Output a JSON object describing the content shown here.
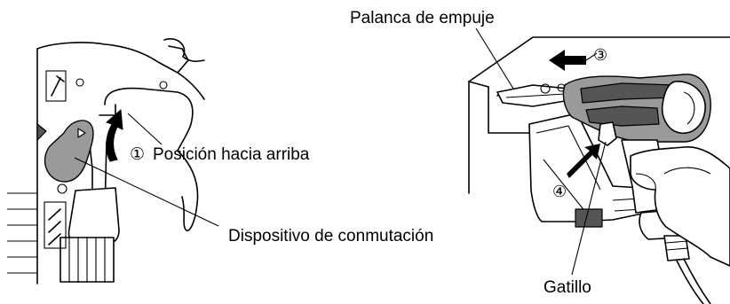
{
  "labels": {
    "push_lever": "Palanca de empuje",
    "up_position_marker": "①",
    "up_position": "Posición hacia arriba",
    "switch_device": "Dispositivo de conmutación",
    "trigger": "Gatillo"
  },
  "step_markers": {
    "step3": "③",
    "step4": "④"
  },
  "icons": {
    "up_arrow": "curved-up-arrow-icon",
    "direction_arrow_left": "left-arrow-icon",
    "direction_arrow_up": "up-right-arrow-icon",
    "nail_symbol": "nail-icon",
    "multi_nail_symbol": "multi-nail-icon"
  }
}
